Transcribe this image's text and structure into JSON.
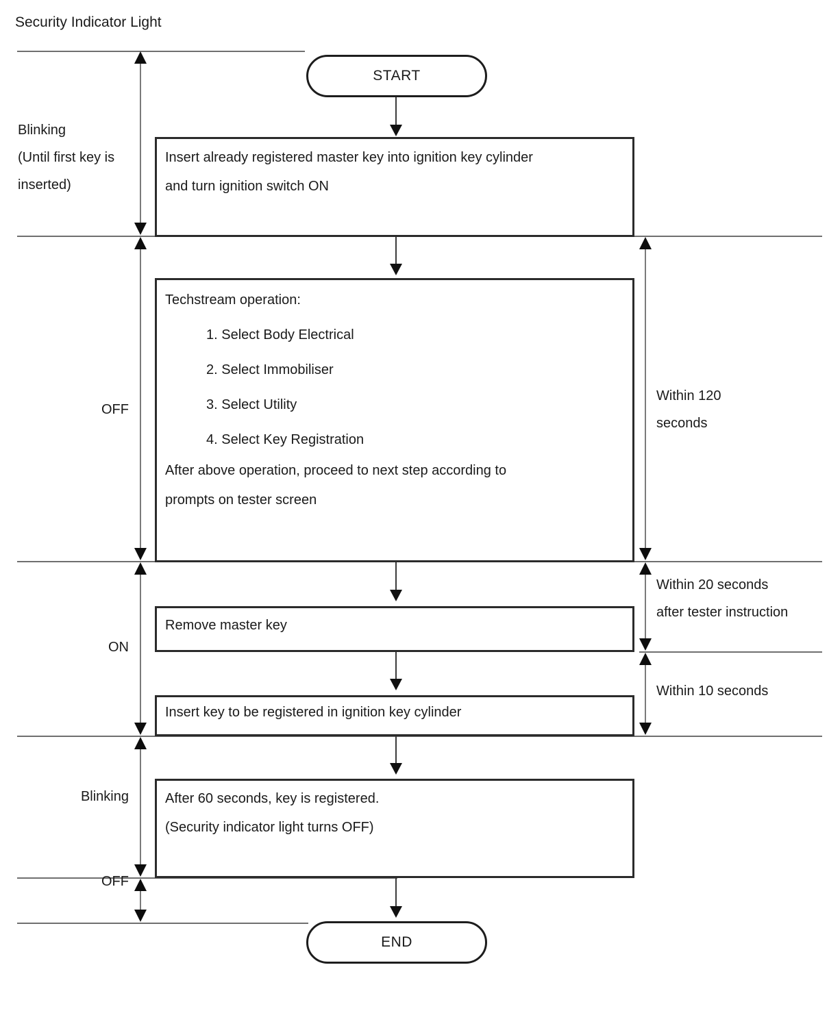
{
  "diagram": {
    "title": "Security Indicator Light",
    "type": "flowchart"
  },
  "terminators": {
    "start": "START",
    "end": "END"
  },
  "steps": [
    {
      "id": "insert-master-key",
      "lines": [
        "Insert already registered master key into ignition key cylinder",
        "and turn ignition switch ON"
      ]
    },
    {
      "id": "techstream-operation",
      "heading": "Techstream operation:",
      "items": [
        "1. Select Body Electrical",
        "2. Select Immobiliser",
        "3. Select Utility",
        "4. Select Key Registration"
      ],
      "footer": [
        "After above operation, proceed to next step according to",
        "prompts on tester screen"
      ]
    },
    {
      "id": "remove-master-key",
      "lines": [
        "Remove master key"
      ]
    },
    {
      "id": "insert-new-key",
      "lines": [
        "Insert key to be registered in ignition key cylinder"
      ]
    },
    {
      "id": "key-registered",
      "lines": [
        "After 60 seconds, key is registered.",
        "(Security indicator light turns OFF)"
      ]
    }
  ],
  "indicator_states": [
    {
      "id": "blinking-until-first-key",
      "lines": [
        "Blinking",
        "(Until first key is",
        "inserted)"
      ]
    },
    {
      "id": "off-1",
      "lines": [
        "OFF"
      ]
    },
    {
      "id": "on-1",
      "lines": [
        "ON"
      ]
    },
    {
      "id": "blinking-2",
      "lines": [
        "Blinking"
      ]
    },
    {
      "id": "off-2",
      "lines": [
        "OFF"
      ]
    }
  ],
  "timing_notes": [
    {
      "id": "within-120",
      "lines": [
        "Within 120",
        "seconds"
      ]
    },
    {
      "id": "within-20",
      "lines": [
        "Within 20 seconds",
        "after tester instruction"
      ]
    },
    {
      "id": "within-10",
      "lines": [
        "Within 10 seconds"
      ]
    }
  ],
  "colors": {
    "stroke": "#2b2b2b",
    "rule": "#6f6f6f",
    "arrow": "#0d0d0d",
    "background": "#ffffff"
  }
}
